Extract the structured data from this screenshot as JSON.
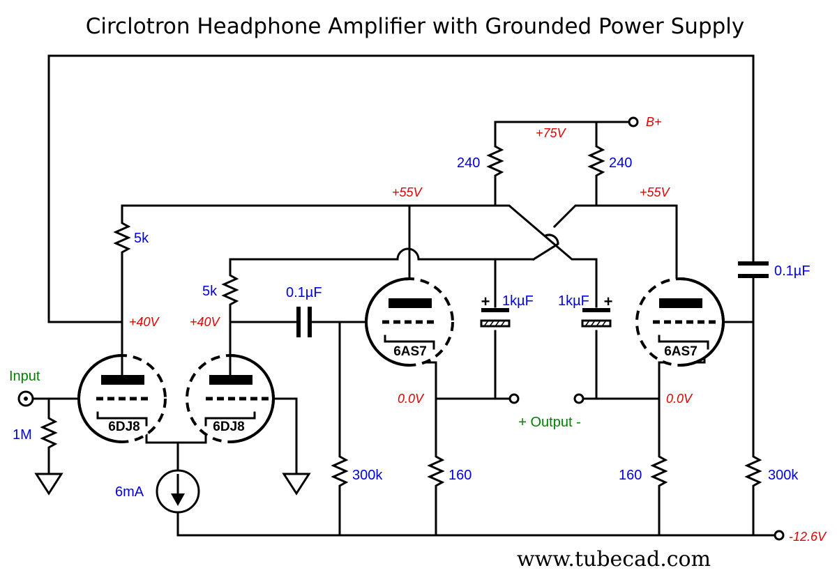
{
  "title": "Circlotron Headphone Amplifier with Grounded Power Supply",
  "website": "www.tubecad.com",
  "labels": {
    "input": "Input",
    "output": "+ Output -",
    "b_plus": "B+",
    "neg_rail": "-12.6V"
  },
  "components": {
    "r_input": "1M",
    "current_source": "6mA",
    "r_plate1": "5k",
    "r_plate2": "5k",
    "cap_coupling": "0.1µF",
    "cap_feedback": "0.1µF",
    "r_top_left": "240",
    "r_top_right": "240",
    "cap_out_left": "1kµF",
    "cap_out_right": "1kµF",
    "r_grid_left": "300k",
    "r_grid_right": "300k",
    "r_cath_left": "160",
    "r_cath_right": "160"
  },
  "tubes": {
    "input_left": "6DJ8",
    "input_right": "6DJ8",
    "output_left": "6AS7",
    "output_right": "6AS7"
  },
  "voltages": {
    "plate_input_left": "+40V",
    "plate_input_right": "+40V",
    "plate_output_left": "+55V",
    "plate_output_right": "+55V",
    "b_plus_node": "+75V",
    "cathode_left": "0.0V",
    "cathode_right": "0.0V"
  }
}
